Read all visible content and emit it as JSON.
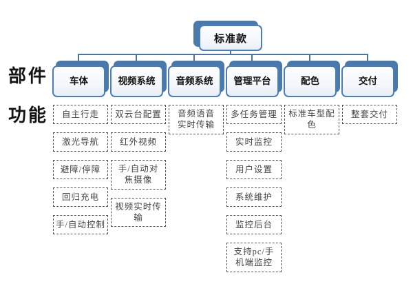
{
  "labels": {
    "parts": "部件",
    "functions": "功能"
  },
  "root": {
    "label": "标准款"
  },
  "columns": [
    {
      "header": "车体",
      "features": [
        "自主行走",
        "激光导航",
        "避障/停障",
        "回归充电",
        "手/自动控制"
      ]
    },
    {
      "header": "视频系统",
      "features": [
        "双云台配置",
        "红外视频",
        "手/自动对\n焦摄像",
        "视频实时传输"
      ]
    },
    {
      "header": "音频系统",
      "features": [
        "音频语音\n实时传输"
      ]
    },
    {
      "header": "管理平台",
      "features": [
        "多任务管理",
        "实时监控",
        "用户设置",
        "系统维护",
        "监控后台",
        "支持pc/手\n机端监控"
      ]
    },
    {
      "header": "配色",
      "features": [
        "标准车型配色"
      ]
    },
    {
      "header": "交付",
      "features": [
        "整套交付"
      ]
    }
  ],
  "colors": {
    "node_shadow_blue": "#4a79ad",
    "node_border_blue": "#4a7ebb",
    "node_fill": "#f3f6fb",
    "connector_blue": "#4a74a8",
    "feature_border": "#4f4f4f",
    "feature_text": "#454545",
    "heading_text": "#141414",
    "background": "#ffffff"
  }
}
